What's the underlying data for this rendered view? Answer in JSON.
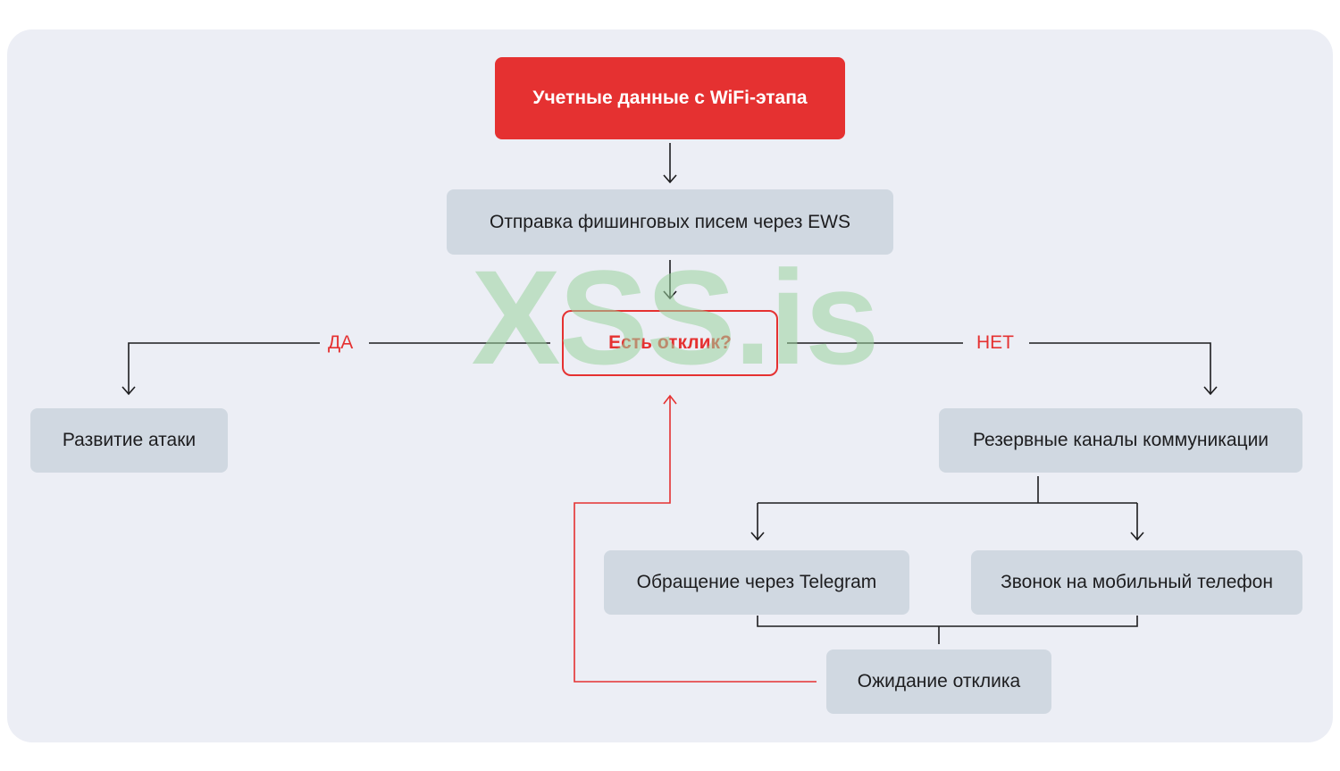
{
  "diagram": {
    "start": "Учетные данные с WiFi-этапа",
    "phishing": "Отправка фишинговых писем через EWS",
    "decision": "Есть отклик?",
    "yes_label": "ДА",
    "no_label": "НЕТ",
    "attack": "Развитие атаки",
    "backup_channels": "Резервные каналы коммуникации",
    "telegram": "Обращение через Telegram",
    "phone_call": "Звонок на мобильный телефон",
    "waiting": "Ожидание отклика"
  },
  "watermark": "XSS.is",
  "colors": {
    "accent": "#e53131",
    "node": "#d0d8e1",
    "panel": "#eceef5",
    "line": "#1d1d1f"
  }
}
